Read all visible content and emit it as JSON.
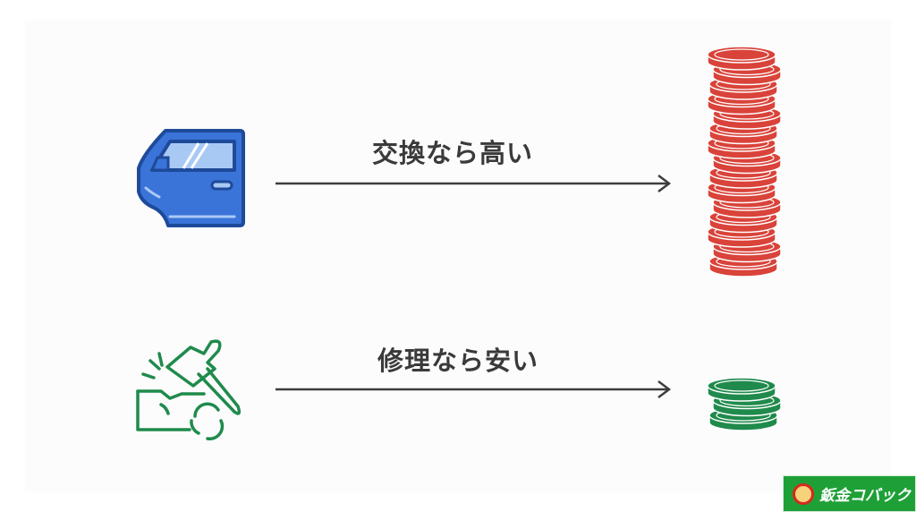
{
  "rows": [
    {
      "label": "交換なら高い",
      "icon": "car-door-icon",
      "coins": 15,
      "coin_color": "#d9433a"
    },
    {
      "label": "修理なら安い",
      "icon": "hammer-repair-icon",
      "coins": 3,
      "coin_color": "#1f8a4c"
    }
  ],
  "logo": {
    "text": "鈑金コバック"
  },
  "colors": {
    "arrow": "#3d3d3d",
    "door": "#3a74d8",
    "door_outline": "#1e4a9a",
    "repair": "#1f8a4c"
  }
}
